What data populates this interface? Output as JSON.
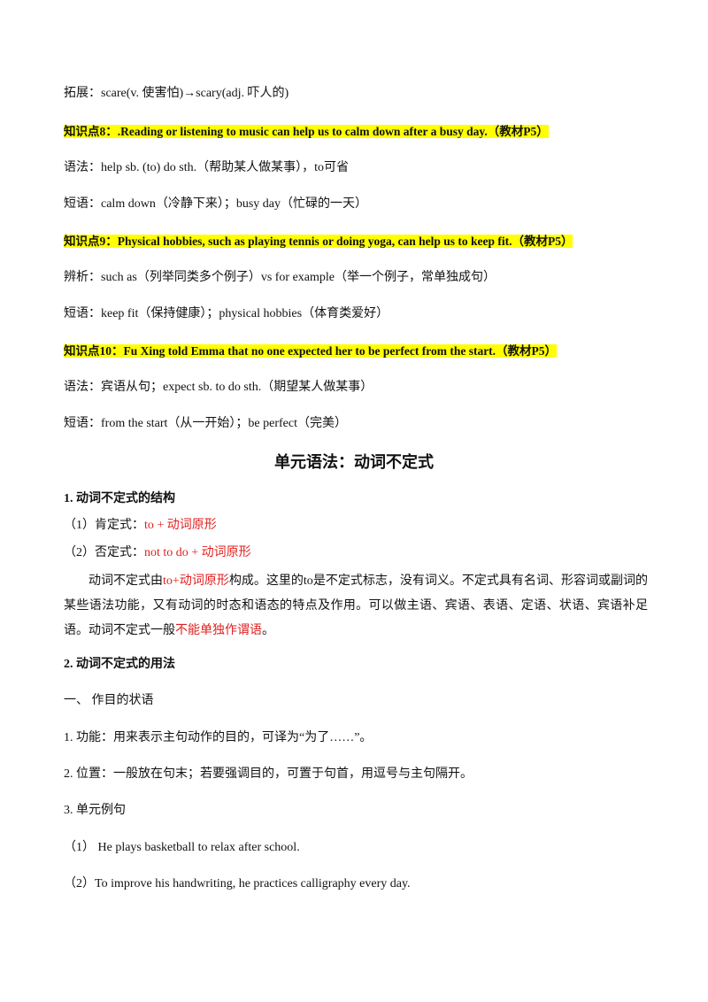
{
  "lines": {
    "l1": "拓展：scare(v. 使害怕)→scary(adj. 吓人的)",
    "kp8": "知识点8：.Reading or listening to music can help us to calm down after a busy day.（教材P5）",
    "l3": "语法：help sb. (to) do sth.（帮助某人做某事），to可省",
    "l4": "短语：calm down（冷静下来）；busy day（忙碌的一天）",
    "kp9": "知识点9：Physical hobbies, such as playing tennis or doing yoga, can help us to keep fit.（教材P5）",
    "l6": "辨析：such as（列举同类多个例子）vs for example（举一个例子，常单独成句）",
    "l7": "短语：keep fit（保持健康）；physical hobbies（体育类爱好）",
    "kp10": "知识点10：Fu Xing told Emma that no one expected her to be perfect from the start.（教材P5）",
    "l9": "语法：宾语从句；expect sb. to do sth.（期望某人做某事）",
    "l10": "短语：from the start（从一开始）；be perfect（完美）"
  },
  "section_title": "单元语法：动词不定式",
  "structure": {
    "heading": "1. 动词不定式的结构",
    "affirmative_label": "（1）肯定式：",
    "affirmative_value": "to + 动词原形",
    "negative_label": "（2）否定式：",
    "negative_value": "not to do + 动词原形"
  },
  "paragraph": {
    "p1": "动词不定式由",
    "p2": "to+动词原形",
    "p3": "构成。这里的to是不定式标志，没有词义。不定式具有名词、形容词或副词的某些语法功能，又有动词的时态和语态的特点及作用。可以做主语、宾语、表语、定语、状语、宾语补足语。动词不定式一般",
    "p4": "不能单独作谓语",
    "p5": "。"
  },
  "usage": {
    "heading": "2. 动词不定式的用法",
    "sub1": "一、 作目的状语",
    "item1": "1. 功能：用来表示主句动作的目的，可译为“为了……”。",
    "item2": "2. 位置：一般放在句末；若要强调目的，可置于句首，用逗号与主句隔开。",
    "item3": "3. 单元例句",
    "ex1": "（1） He plays basketball to relax after school.",
    "ex2": "（2）To improve his handwriting, he practices calligraphy every day."
  }
}
